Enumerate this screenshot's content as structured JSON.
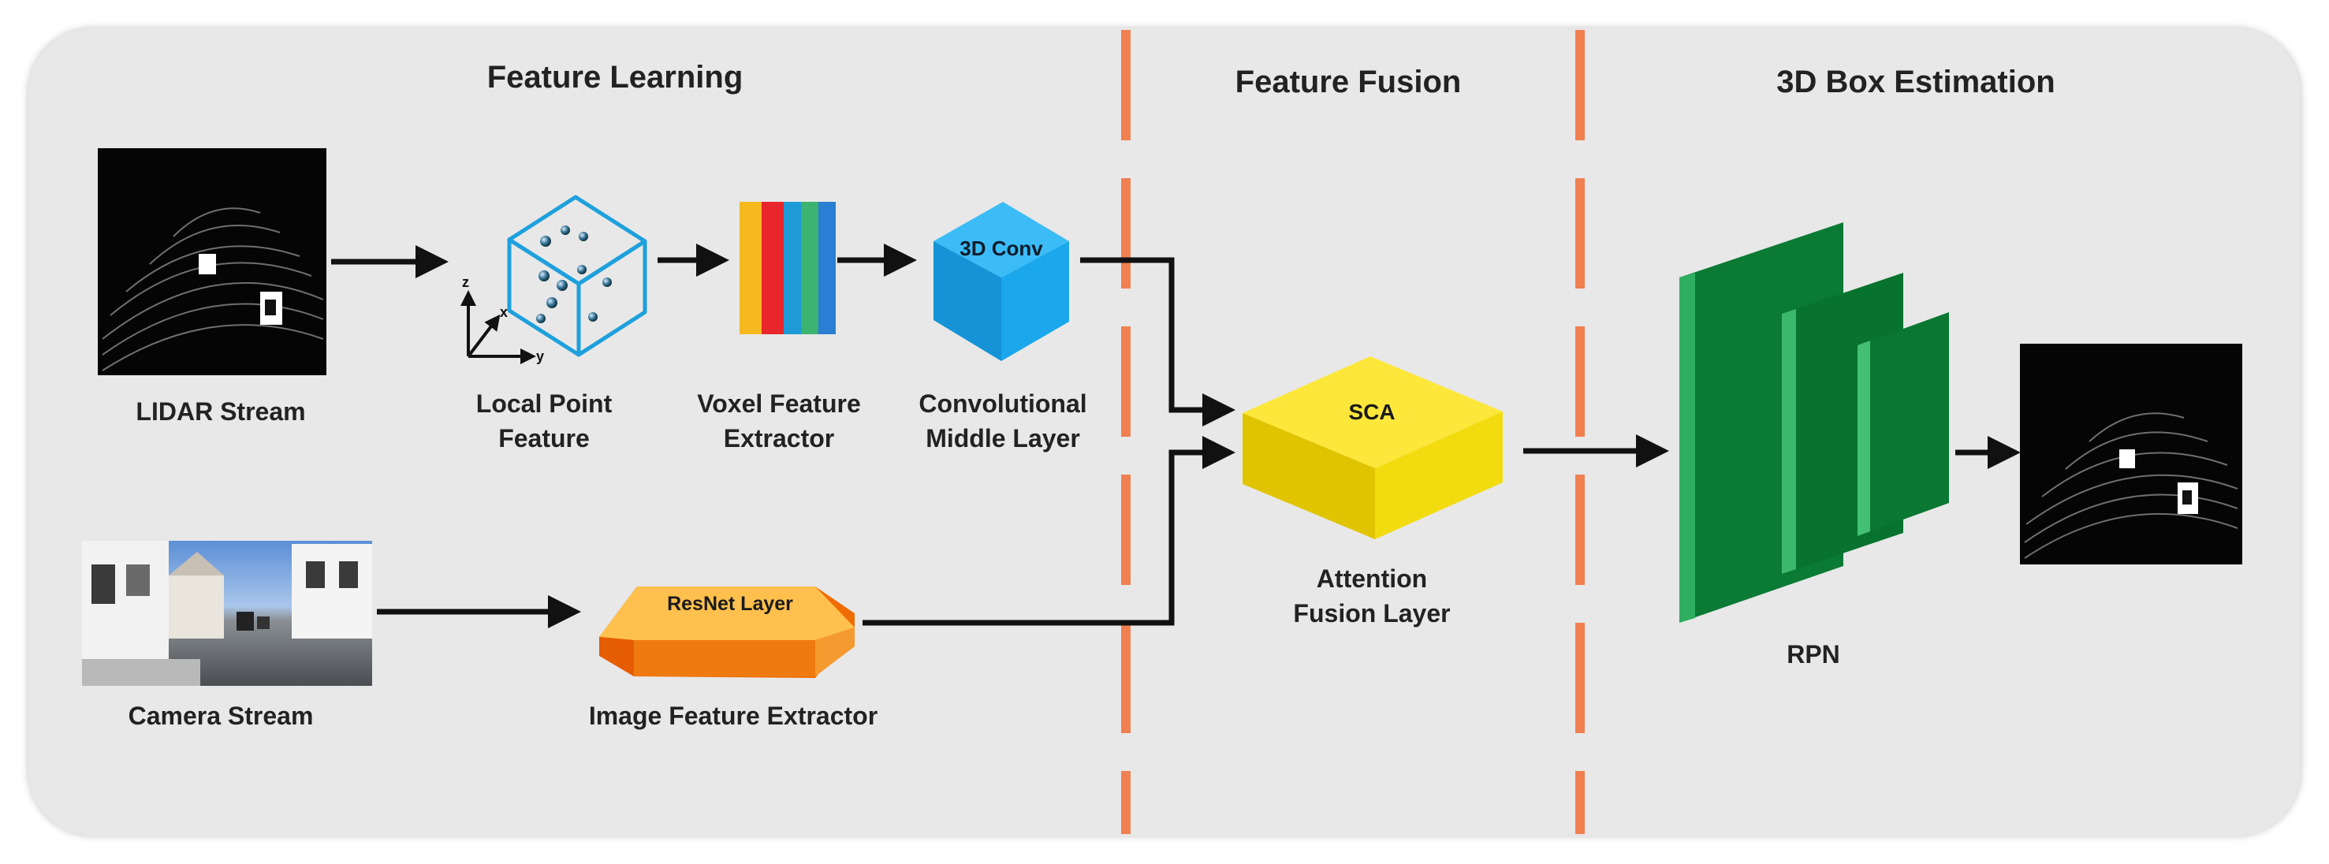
{
  "sections": {
    "feature_learning": "Feature Learning",
    "feature_fusion": "Feature Fusion",
    "box_estimation": "3D Box Estimation"
  },
  "inputs": {
    "lidar": "LIDAR Stream",
    "camera": "Camera Stream"
  },
  "modules": {
    "local_point": {
      "line1": "Local Point",
      "line2": "Feature"
    },
    "voxel": {
      "line1": "Voxel Feature",
      "line2": "Extractor"
    },
    "conv_middle": {
      "line1": "Convolutional",
      "line2": "Middle Layer",
      "block_text": "3D Conv"
    },
    "image_extractor": {
      "label": "Image Feature Extractor",
      "block_text": "ResNet Layer"
    },
    "attention": {
      "line1": "Attention",
      "line2": "Fusion Layer",
      "block_text": "SCA"
    },
    "rpn": {
      "label": "RPN"
    }
  },
  "axes": {
    "z": "z",
    "x": "x",
    "y": "y"
  },
  "colors": {
    "panel": "#e8e8e8",
    "divider": "#f08050",
    "cube_outline": "#1ea0dc",
    "conv_cube": "#1aa7ec",
    "resnet_block": "#f28a1e",
    "sca_block": "#f2dc10",
    "rpn_green": "#0b7a35",
    "voxel_stripes": [
      "#f5b81e",
      "#e8262b",
      "#1e9ad6",
      "#3cb371",
      "#2a7fd4"
    ]
  }
}
